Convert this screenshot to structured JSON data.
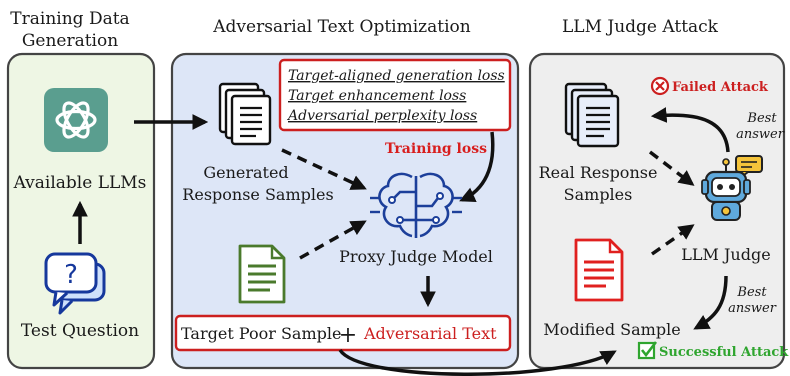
{
  "panels": {
    "training": {
      "title_line1": "Training Data",
      "title_line2": "Generation"
    },
    "optimization": {
      "title": "Adversarial Text Optimization"
    },
    "attack": {
      "title": "LLM Judge Attack"
    }
  },
  "training": {
    "available_llms": "Available LLMs",
    "test_question": "Test Question"
  },
  "optimization": {
    "losses": [
      "Target-aligned generation loss",
      "Target enhancement loss",
      "Adversarial perplexity loss"
    ],
    "training_loss": "Training loss",
    "generated_line1": "Generated",
    "generated_line2": "Response Samples",
    "proxy_judge": "Proxy Judge Model",
    "target_poor": "Target Poor Sample",
    "plus": "+",
    "adversarial_text": "Adversarial Text"
  },
  "attack": {
    "failed": "Failed Attack",
    "best_answer_top_1": "Best",
    "best_answer_top_2": "answer",
    "real_line1": "Real Response",
    "real_line2": "Samples",
    "llm_judge": "LLM Judge",
    "best_answer_bottom_1": "Best",
    "best_answer_bottom_2": "answer",
    "modified": "Modified Sample",
    "successful": "Successful Attack"
  },
  "colors": {
    "panel_green": "#eef6e4",
    "panel_blue": "#dde6f7",
    "panel_gray": "#eeeeee",
    "accent_red": "#cc1f1f",
    "accent_green": "#2fa52f",
    "openai_teal": "#5a9e8f",
    "doc_green": "#4a7a2c",
    "doc_red": "#e0201f"
  },
  "icons": [
    "openai-logo-icon",
    "question-bubble-icon",
    "document-stack-icon",
    "brain-circuit-icon",
    "document-icon",
    "robot-icon",
    "fail-x-icon",
    "success-check-icon"
  ]
}
